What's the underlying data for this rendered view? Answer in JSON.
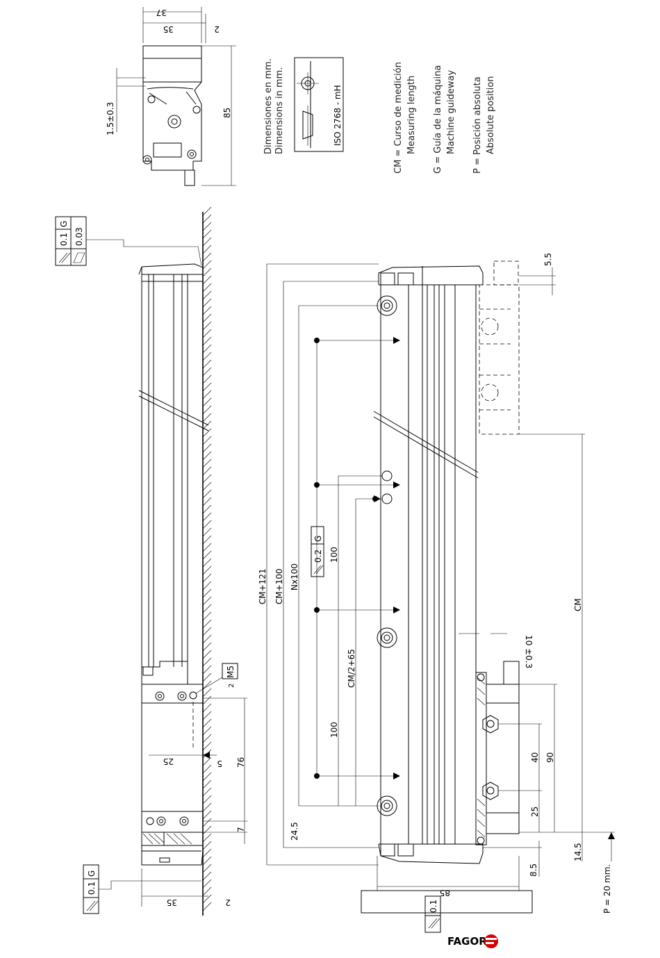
{
  "legend": {
    "units_es": "Dimensiones en mm.",
    "units_en": "Dimensions in mm.",
    "iso": "ISO  2768 - mH",
    "cm_es": "CM = Curso de medición",
    "cm_en": "Measuring length",
    "g_es": "G = Guía de la máquina",
    "g_en": "Machine guideway",
    "p_es": "P = Posición absoluta",
    "p_en": "Absolute position",
    "p_value": "P = 20 mm."
  },
  "brand": "FAGOR",
  "dims": {
    "d37": "37",
    "d35_top": "35",
    "d2_top": "2",
    "d85_right": "85",
    "d15": "1.5±0.3",
    "tol_top_a": "0.1",
    "tol_top_g": "G",
    "tol_top_flat": "0.03",
    "tol_bot_a": "0.1",
    "tol_bot_g": "G",
    "d35_bot": "35",
    "d2_bot": "2",
    "m5": "M5",
    "m5_qty": "2",
    "d25_side": "25",
    "d76": "76",
    "d7": "7",
    "d5": "5",
    "cm121": "CM+121",
    "cm100": "CM+100",
    "nx100": "Nx100",
    "tol_mid_a": "0.2",
    "tol_mid_g": "G",
    "d100_a": "100",
    "cm2_65": "CM/2+65",
    "d100_b": "100",
    "d24_5": "24.5",
    "d85_bot": "85",
    "tol_bot2": "0.1",
    "d8_5": "8.5",
    "d14_5": "14.5",
    "d25_r": "25",
    "d40": "40",
    "d90": "90",
    "d10": "10 ±0.3",
    "cm": "CM",
    "d5_5": "5.5"
  }
}
